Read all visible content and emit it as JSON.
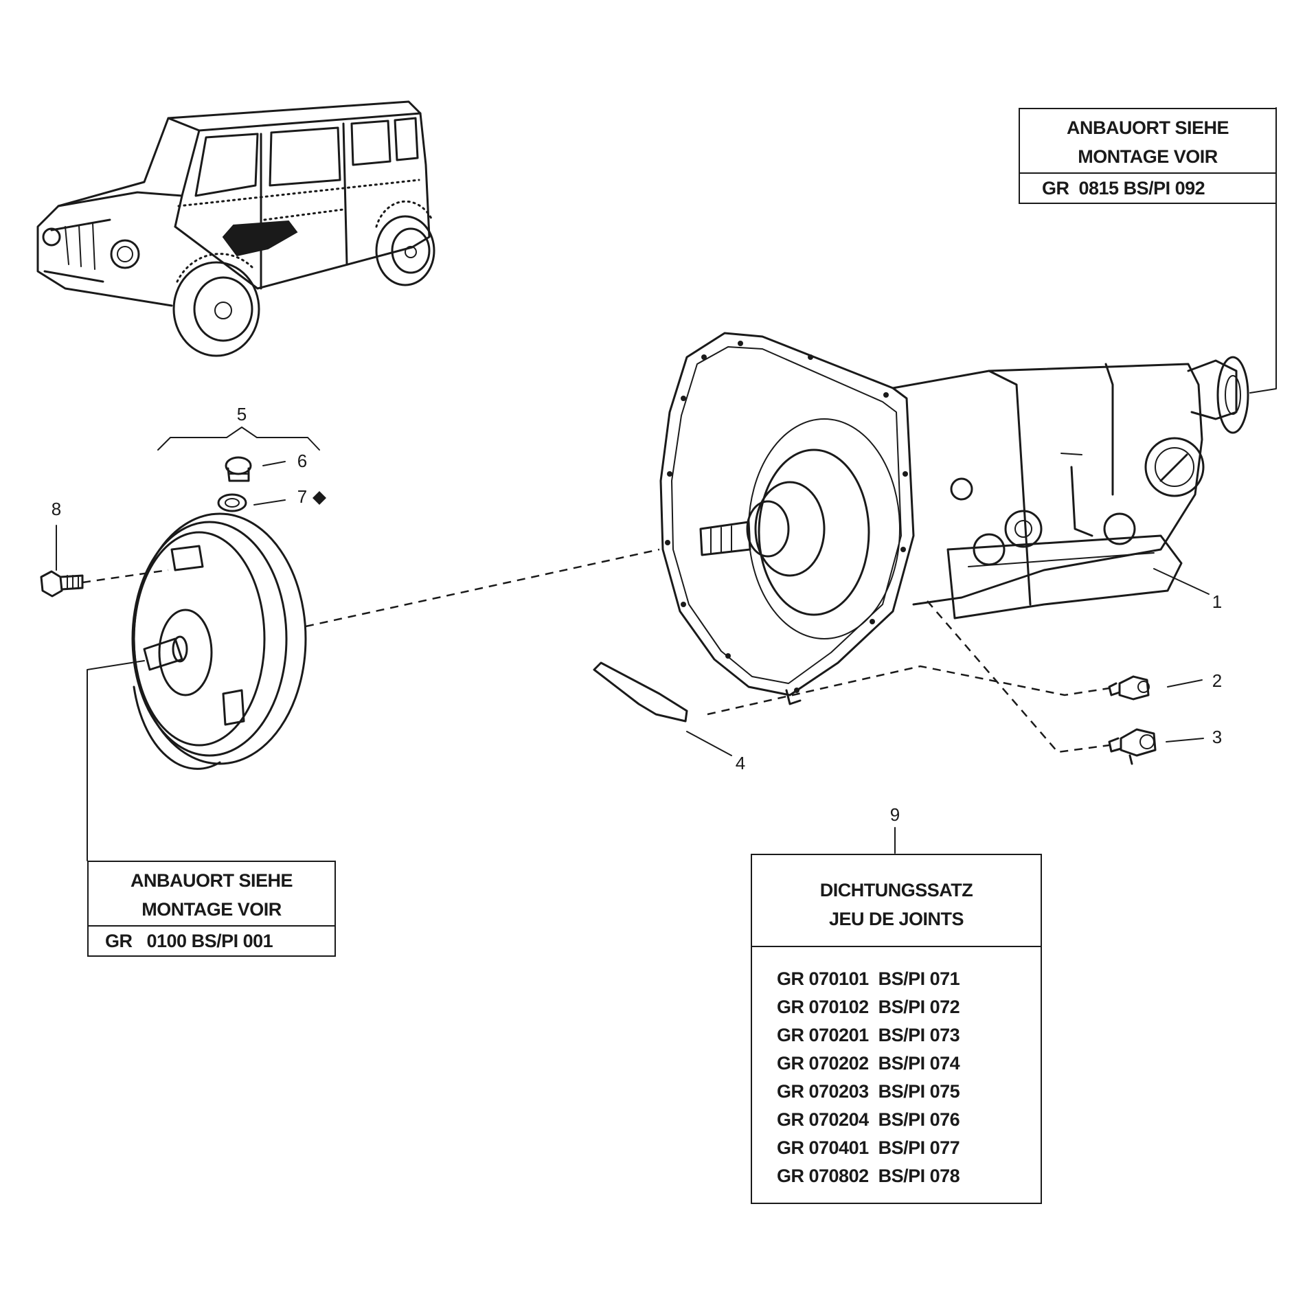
{
  "callouts": {
    "c1": "1",
    "c2": "2",
    "c3": "3",
    "c4": "4",
    "c5": "5",
    "c6": "6",
    "c7": "7",
    "c8": "8",
    "c9": "9"
  },
  "ref_top": {
    "line1": "ANBAUORT SIEHE",
    "line2": "MONTAGE VOIR",
    "ref": "GR  0815 BS/PI 092"
  },
  "ref_left": {
    "line1": "ANBAUORT SIEHE",
    "line2": "MONTAGE VOIR",
    "ref": "GR   0100 BS/PI 001"
  },
  "gasket_kit": {
    "line1": "DICHTUNGSSATZ",
    "line2": "JEU DE JOINTS",
    "refs": [
      "GR 070101  BS/PI 071",
      "GR 070102  BS/PI 072",
      "GR 070201  BS/PI 073",
      "GR 070202  BS/PI 074",
      "GR 070203  BS/PI 075",
      "GR 070204  BS/PI 076",
      "GR 070401  BS/PI 077",
      "GR 070802  BS/PI 078"
    ]
  }
}
